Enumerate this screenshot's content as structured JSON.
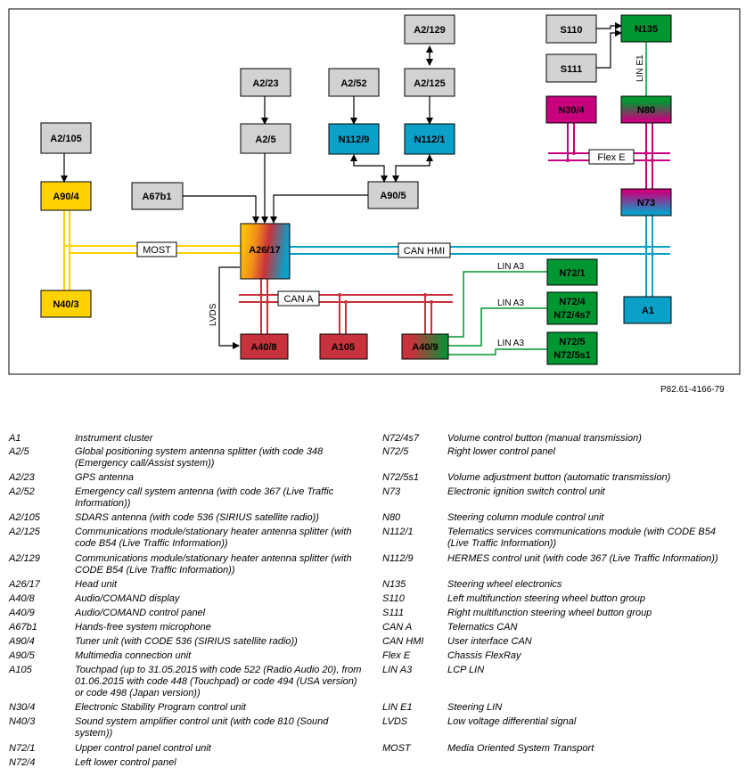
{
  "diagram": {
    "doc_id": "P82.61-4166-79",
    "components": {
      "a2_105": "A2/105",
      "a90_4": "A90/4",
      "n40_3": "N40/3",
      "a67b1": "A67b1",
      "a2_23": "A2/23",
      "a2_5": "A2/5",
      "a26_17": "A26/17",
      "a2_52": "A2/52",
      "n112_9": "N112/9",
      "a2_129": "A2/129",
      "a2_125": "A2/125",
      "n112_1": "N112/1",
      "a90_5": "A90/5",
      "s110": "S110",
      "s111": "S111",
      "n135": "N135",
      "n30_4": "N30/4",
      "n80": "N80",
      "n73": "N73",
      "a1": "A1",
      "a40_8": "A40/8",
      "a105": "A105",
      "a40_9": "A40/9",
      "n72_1": "N72/1",
      "n72_4": "N72/4",
      "n72_4s7": "N72/4s7",
      "n72_5": "N72/5",
      "n72_5s1": "N72/5s1"
    },
    "bus_labels": {
      "most": "MOST",
      "can_hmi": "CAN HMI",
      "can_a": "CAN A",
      "lvds": "LVDS",
      "flex_e": "Flex E",
      "lin_e1": "LIN E1",
      "lin_a3_1": "LIN A3",
      "lin_a3_2": "LIN A3",
      "lin_a3_3": "LIN A3"
    },
    "colors": {
      "most": "#ffd200",
      "can_hmi": "#0aa0c8",
      "can_a": "#c8323c",
      "flex_e": "#c8007d",
      "lin": "#009632",
      "gray_box": "#d2d2d2"
    }
  },
  "legend": {
    "left": [
      {
        "code": "A1",
        "desc": "Instrument cluster"
      },
      {
        "code": "A2/5",
        "desc": "Global positioning system antenna splitter (with code 348 (Emergency call/Assist system))"
      },
      {
        "code": "A2/23",
        "desc": "GPS antenna"
      },
      {
        "code": "A2/52",
        "desc": "Emergency call system antenna (with code 367 (Live Traffic Information))"
      },
      {
        "code": "A2/105",
        "desc": "SDARS antenna (with code 536 (SIRIUS satellite radio))"
      },
      {
        "code": "A2/125",
        "desc": "Communications module/stationary heater antenna splitter (with code B54 (Live Traffic Information))"
      },
      {
        "code": "A2/129",
        "desc": "Communications module/stationary heater antenna splitter (with CODE B54 (Live Traffic Information))"
      },
      {
        "code": "A26/17",
        "desc": "Head unit"
      },
      {
        "code": "A40/8",
        "desc": "Audio/COMAND display"
      },
      {
        "code": "A40/9",
        "desc": "Audio/COMAND control panel"
      },
      {
        "code": "A67b1",
        "desc": "Hands-free system microphone"
      },
      {
        "code": "A90/4",
        "desc": "Tuner unit (with CODE 536 (SIRIUS satellite radio))"
      },
      {
        "code": "A90/5",
        "desc": "Multimedia connection unit"
      },
      {
        "code": "A105",
        "desc": "Touchpad (up to 31.05.2015 with code 522 (Radio Audio 20), from 01.06.2015 with code 448 (Touchpad) or code 494 (USA version) or code 498 (Japan version))"
      },
      {
        "code": "N30/4",
        "desc": "Electronic Stability Program control unit"
      },
      {
        "code": "N40/3",
        "desc": "Sound system amplifier control unit (with code 810 (Sound system))"
      },
      {
        "code": "N72/1",
        "desc": "Upper control panel control unit"
      },
      {
        "code": "N72/4",
        "desc": "Left lower control panel"
      }
    ],
    "right": [
      {
        "code": "N72/4s7",
        "desc": "Volume control button (manual transmission)"
      },
      {
        "code": "N72/5",
        "desc": "Right lower control panel"
      },
      {
        "code": "N72/5s1",
        "desc": "Volume adjustment button (automatic transmission)"
      },
      {
        "code": "N73",
        "desc": "Electronic ignition switch control unit"
      },
      {
        "code": "N80",
        "desc": "Steering column module control unit"
      },
      {
        "code": "N112/1",
        "desc": "Telematics services communications module (with CODE B54 (Live Traffic Information))"
      },
      {
        "code": "N112/9",
        "desc": "HERMES control unit (with code 367 (Live Traffic Information))"
      },
      {
        "code": "N135",
        "desc": "Steering wheel electronics"
      },
      {
        "code": "S110",
        "desc": "Left multifunction steering wheel button group"
      },
      {
        "code": "S111",
        "desc": "Right multifunction steering wheel button group"
      },
      {
        "code": "CAN A",
        "desc": "Telematics CAN"
      },
      {
        "code": "CAN HMI",
        "desc": "User interface CAN"
      },
      {
        "code": "Flex E",
        "desc": "Chassis FlexRay"
      },
      {
        "code": "LIN A3",
        "desc": "LCP LIN"
      },
      {
        "code": "LIN E1",
        "desc": "Steering LIN"
      },
      {
        "code": "LVDS",
        "desc": "Low voltage differential signal"
      },
      {
        "code": "MOST",
        "desc": "Media Oriented System Transport"
      }
    ]
  }
}
